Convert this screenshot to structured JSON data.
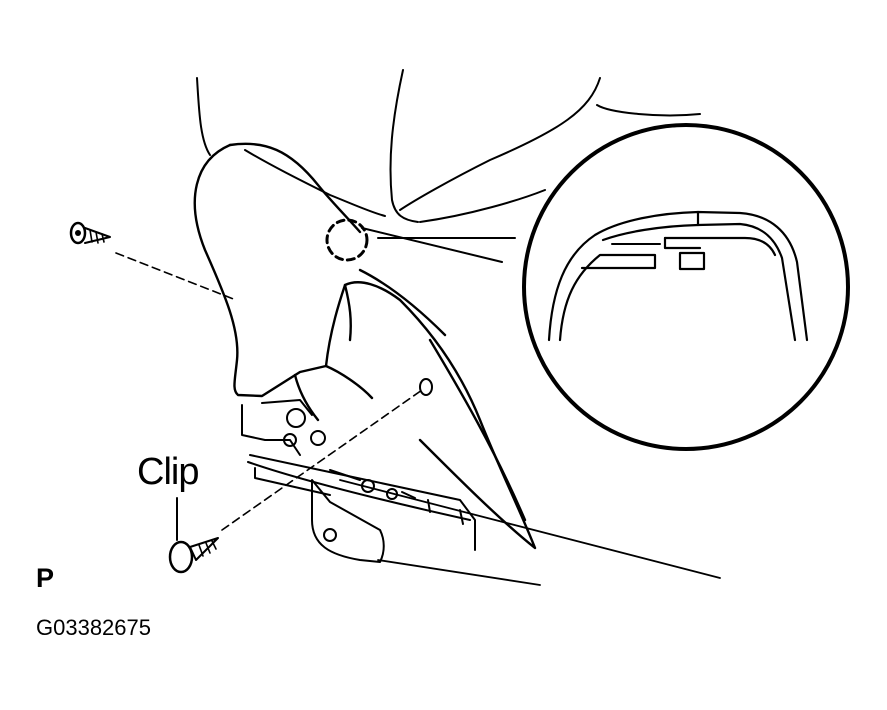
{
  "labels": {
    "clip": "Clip",
    "view": "P",
    "code": "G03382675"
  },
  "colors": {
    "ink": "#000000",
    "paper": "#ffffff"
  },
  "parts": {
    "upper_screw": "screw-icon",
    "clip": "clip-icon",
    "detail": "magnified-detail-circle"
  }
}
